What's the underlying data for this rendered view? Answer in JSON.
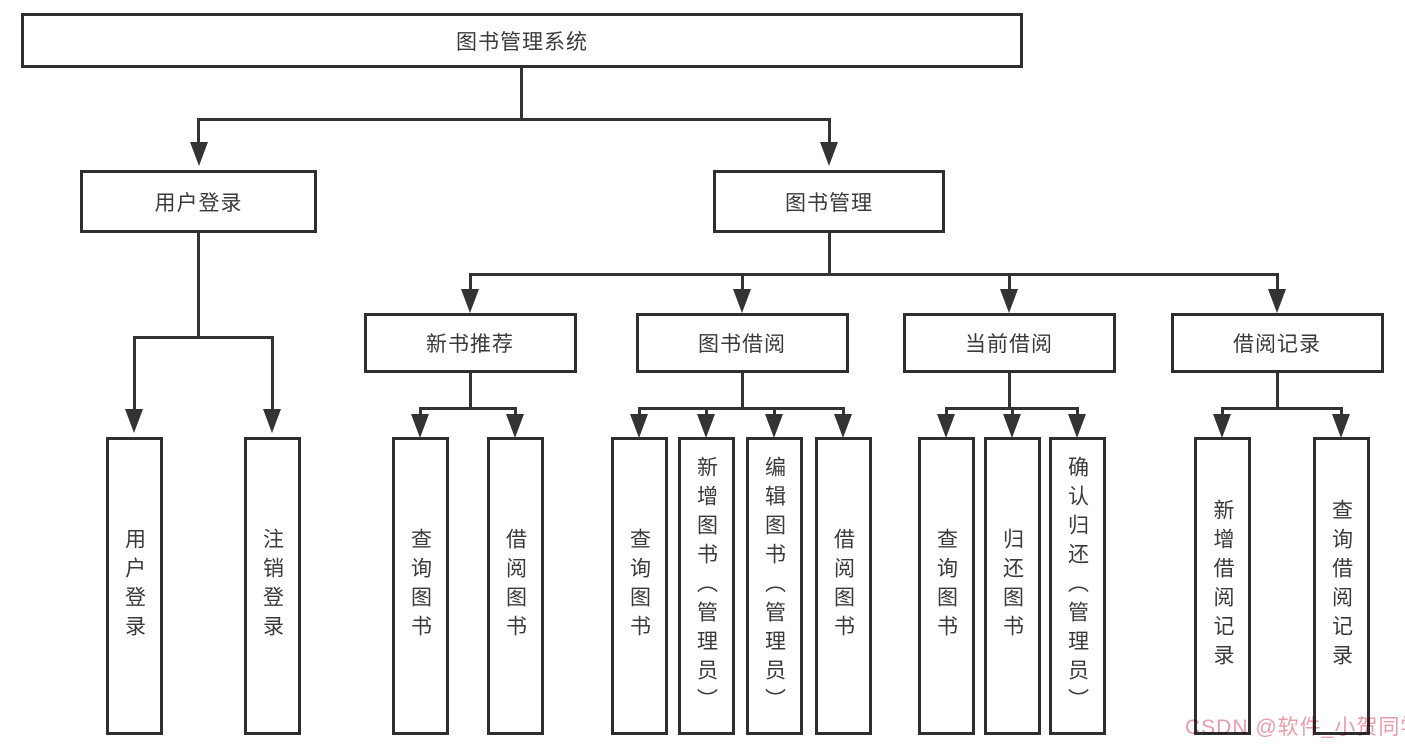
{
  "tree": {
    "label": "图书管理系统",
    "children": [
      {
        "label": "用户登录",
        "children": [
          {
            "label": "用户登录"
          },
          {
            "label": "注销登录"
          }
        ]
      },
      {
        "label": "图书管理",
        "children": [
          {
            "label": "新书推荐",
            "children": [
              {
                "label": "查询图书"
              },
              {
                "label": "借阅图书"
              }
            ]
          },
          {
            "label": "图书借阅",
            "children": [
              {
                "label": "查询图书"
              },
              {
                "label": "新增图书（管理员）"
              },
              {
                "label": "编辑图书（管理员）"
              },
              {
                "label": "借阅图书"
              }
            ]
          },
          {
            "label": "当前借阅",
            "children": [
              {
                "label": "查询图书"
              },
              {
                "label": "归还图书"
              },
              {
                "label": "确认归还（管理员）"
              }
            ]
          },
          {
            "label": "借阅记录",
            "children": [
              {
                "label": "新增借阅记录"
              },
              {
                "label": "查询借阅记录"
              }
            ]
          }
        ]
      }
    ]
  },
  "watermark": {
    "text": "CSDN @软件_小贺同学",
    "color": "#ec9baa"
  },
  "colors": {
    "line": "#333333",
    "box_border": "#2e2e2e",
    "text": "#3a3a3a",
    "background": "#ffffff"
  }
}
